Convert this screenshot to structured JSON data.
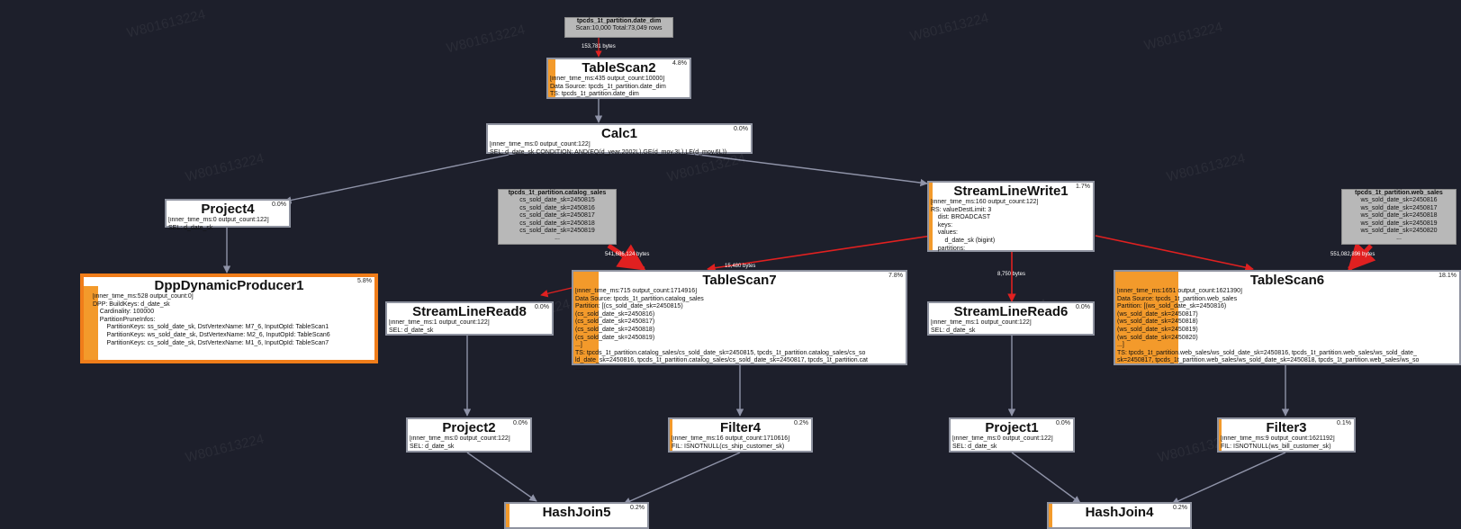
{
  "watermark": "W801613224",
  "sources": {
    "date_dim": {
      "title": "tpcds_1t_partition.date_dim",
      "lines": [
        "Scan:10,000      Total:73,049 rows"
      ]
    },
    "catalog_sales": {
      "title": "tpcds_1t_partition.catalog_sales",
      "lines": [
        "cs_sold_date_sk=2450815",
        "cs_sold_date_sk=2450816",
        "cs_sold_date_sk=2450817",
        "cs_sold_date_sk=2450818",
        "cs_sold_date_sk=2450819",
        "..."
      ]
    },
    "web_sales": {
      "title": "tpcds_1t_partition.web_sales",
      "lines": [
        "ws_sold_date_sk=2450816",
        "ws_sold_date_sk=2450817",
        "ws_sold_date_sk=2450818",
        "ws_sold_date_sk=2450819",
        "ws_sold_date_sk=2450820",
        "..."
      ]
    }
  },
  "edge_labels": {
    "date_dim_bytes": "153,781 bytes",
    "catalog_bytes": "541,686,124 bytes",
    "scan7_read8_bytes": "15,480 bytes",
    "write_read6_bytes": "8,750 bytes",
    "web_bytes": "551,082,896 bytes"
  },
  "nodes": {
    "tablescan2": {
      "title": "TableScan2",
      "pct": "4.8%",
      "lines": [
        "[inner_time_ms:435 output_count:10000]",
        "Data Source: tpcds_1t_partition.date_dim",
        "TS: tpcds_1t_partition.date_dim"
      ]
    },
    "calc1": {
      "title": "Calc1",
      "pct": "0.0%",
      "lines": [
        "[inner_time_ms:0 output_count:122]",
        "SEL: d_date_sk CONDITION: AND(EQ(d_year,2002L),GE(d_moy,3L),LE(d_moy,6L))"
      ]
    },
    "project4": {
      "title": "Project4",
      "pct": "0.0%",
      "lines": [
        "[inner_time_ms:0 output_count:122]",
        "SEL: d_date_sk"
      ]
    },
    "dpp": {
      "title": "DppDynamicProducer1",
      "pct": "5.8%",
      "lines": [
        "[inner_time_ms:528 output_count:0]",
        "DPP: BuildKeys: d_date_sk",
        "    Cardinality: 100000",
        "    PartitionPruneInfos:",
        "        PartitionKeys: ss_sold_date_sk, DstVertexName: M7_6, InputOpId: TableScan1",
        "        PartitionKeys: ws_sold_date_sk, DstVertexName: M2_6, InputOpId: TableScan6",
        "        PartitionKeys: cs_sold_date_sk, DstVertexName: M1_6, InputOpId: TableScan7"
      ]
    },
    "streamwrite1": {
      "title": "StreamLineWrite1",
      "pct": "1.7%",
      "lines": [
        "[inner_time_ms:160 output_count:122]",
        "RS: valueDestLimit: 3",
        "    dist: BROADCAST",
        "    keys:",
        "    values:",
        "        d_date_sk (bigint)",
        "    partitions:"
      ]
    },
    "tablescan7": {
      "title": "TableScan7",
      "pct": "7.8%",
      "lines": [
        "[inner_time_ms:715 output_count:1714916]",
        "Data Source: tpcds_1t_partition.catalog_sales",
        "Partition: [(cs_sold_date_sk=2450815)",
        "(cs_sold_date_sk=2450816)",
        "(cs_sold_date_sk=2450817)",
        "(cs_sold_date_sk=2450818)",
        "(cs_sold_date_sk=2450819)",
        "...]",
        "TS: tpcds_1t_partition.catalog_sales/cs_sold_date_sk=2450815, tpcds_1t_partition.catalog_sales/cs_so",
        "ld_date_sk=2450816, tpcds_1t_partition.catalog_sales/cs_sold_date_sk=2450817, tpcds_1t_partition.cat",
        "......"
      ]
    },
    "tablescan6": {
      "title": "TableScan6",
      "pct": "18.1%",
      "lines": [
        "[inner_time_ms:1651 output_count:1621390]",
        "Data Source: tpcds_1t_partition.web_sales",
        "Partition: [(ws_sold_date_sk=2450816)",
        "(ws_sold_date_sk=2450817)",
        "(ws_sold_date_sk=2450818)",
        "(ws_sold_date_sk=2450819)",
        "(ws_sold_date_sk=2450820)",
        "...]",
        "TS: tpcds_1t_partition.web_sales/ws_sold_date_sk=2450816, tpcds_1t_partition.web_sales/ws_sold_date_",
        "sk=2450817, tpcds_1t_partition.web_sales/ws_sold_date_sk=2450818, tpcds_1t_partition.web_sales/ws_so",
        "......"
      ]
    },
    "streamread8": {
      "title": "StreamLineRead8",
      "pct": "0.0%",
      "lines": [
        "[inner_time_ms:1 output_count:122]",
        "SEL: d_date_sk"
      ]
    },
    "streamread6": {
      "title": "StreamLineRead6",
      "pct": "0.0%",
      "lines": [
        "[inner_time_ms:1 output_count:122]",
        "SEL: d_date_sk"
      ]
    },
    "project2": {
      "title": "Project2",
      "pct": "0.0%",
      "lines": [
        "[inner_time_ms:0 output_count:122]",
        "SEL: d_date_sk"
      ]
    },
    "filter4": {
      "title": "Filter4",
      "pct": "0.2%",
      "lines": [
        "[inner_time_ms:16 output_count:1710616]",
        "FIL: ISNOTNULL(cs_ship_customer_sk)"
      ]
    },
    "project1": {
      "title": "Project1",
      "pct": "0.0%",
      "lines": [
        "[inner_time_ms:0 output_count:122]",
        "SEL: d_date_sk"
      ]
    },
    "filter3": {
      "title": "Filter3",
      "pct": "0.1%",
      "lines": [
        "[inner_time_ms:9 output_count:1621192]",
        "FIL: ISNOTNULL(ws_bill_customer_sk)"
      ]
    },
    "hashjoin5": {
      "title": "HashJoin5",
      "pct": "0.2%",
      "lines": []
    },
    "hashjoin4": {
      "title": "HashJoin4",
      "pct": "0.2%",
      "lines": []
    }
  }
}
